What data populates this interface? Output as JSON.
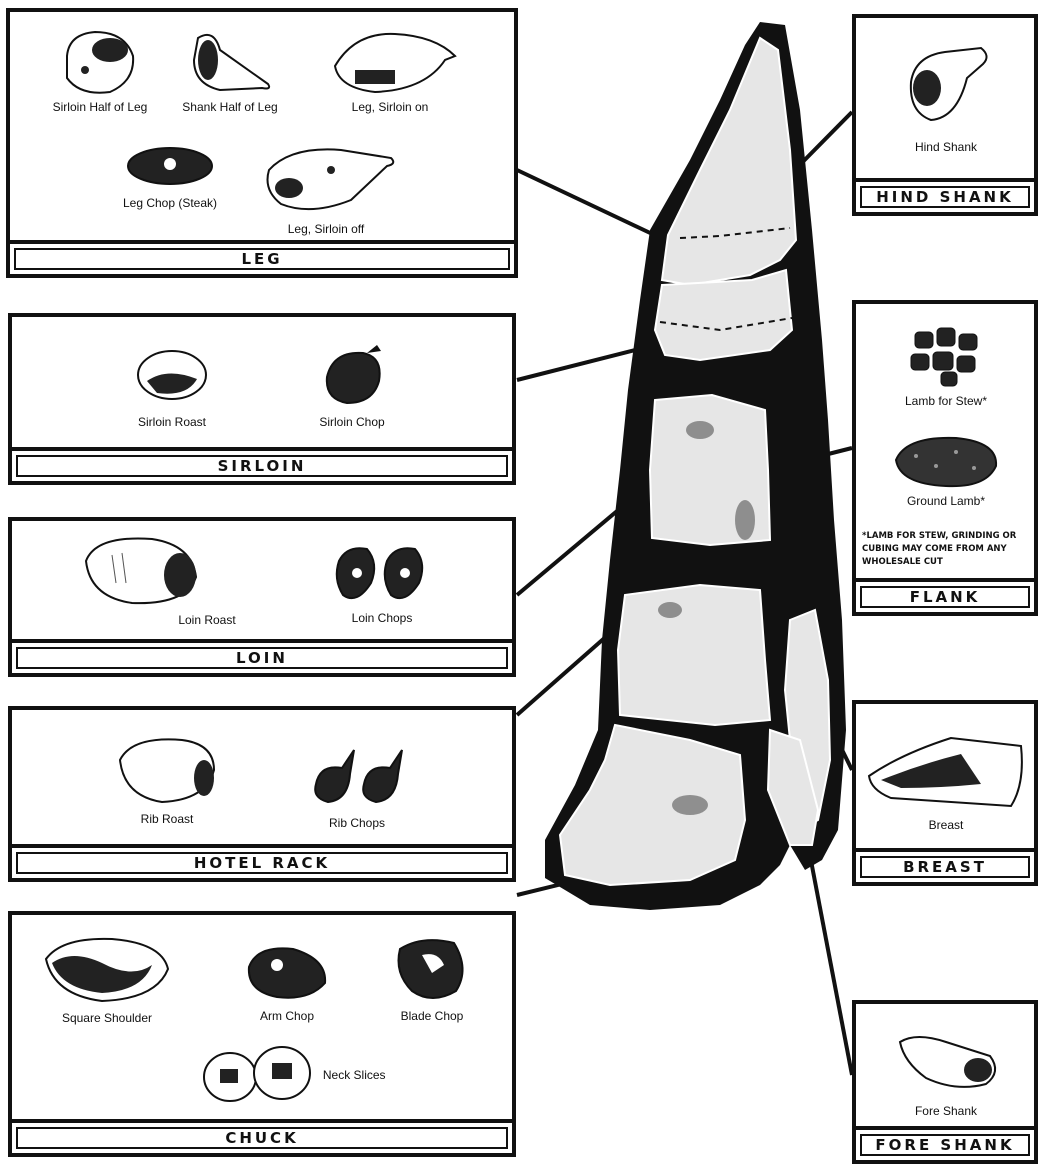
{
  "panels": {
    "leg": {
      "title": "LEG",
      "items": [
        "Sirloin Half of Leg",
        "Shank Half of Leg",
        "Leg, Sirloin on",
        "Leg Chop (Steak)",
        "Leg, Sirloin off"
      ]
    },
    "sirloin": {
      "title": "SIRLOIN",
      "items": [
        "Sirloin Roast",
        "Sirloin Chop"
      ]
    },
    "loin": {
      "title": "LOIN",
      "items": [
        "Loin Roast",
        "Loin Chops"
      ]
    },
    "hotel_rack": {
      "title": "HOTEL RACK",
      "items": [
        "Rib Roast",
        "Rib Chops"
      ]
    },
    "chuck": {
      "title": "CHUCK",
      "items": [
        "Square Shoulder",
        "Arm Chop",
        "Blade Chop",
        "Neck Slices"
      ]
    },
    "hind_shank": {
      "title": "HIND SHANK",
      "items": [
        "Hind Shank"
      ]
    },
    "flank": {
      "title": "FLANK",
      "items": [
        "Lamb for Stew*",
        "Ground Lamb*"
      ],
      "note": "*LAMB FOR STEW, GRINDING OR CUBING MAY COME FROM ANY WHOLESALE CUT"
    },
    "breast": {
      "title": "BREAST",
      "items": [
        "Breast"
      ]
    },
    "fore_shank": {
      "title": "FORE SHANK",
      "items": [
        "Fore Shank"
      ]
    }
  }
}
